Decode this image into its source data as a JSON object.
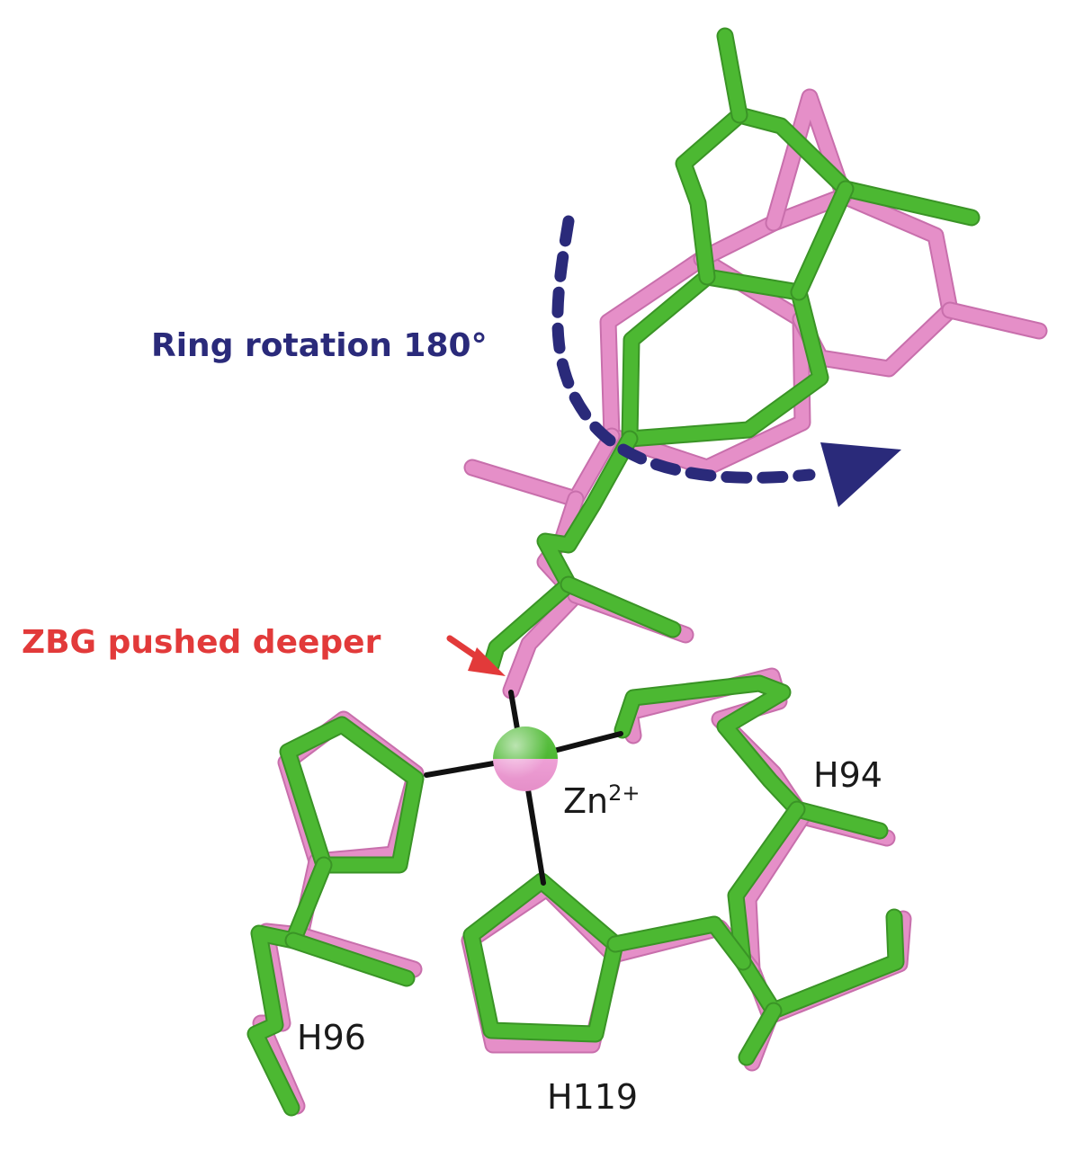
{
  "annotations": {
    "ring_rotation": "Ring rotation 180°",
    "zbg": "ZBG pushed deeper"
  },
  "metal": {
    "symbol": "Zn",
    "charge": "2+"
  },
  "residues": {
    "h94": "H94",
    "h96": "H96",
    "h119": "H119"
  },
  "colors": {
    "structure_a": "#e58fc8",
    "structure_b": "#4cb832",
    "rotation_arrow": "#2a2a7a",
    "zbg_arrow": "#e23a3a",
    "coordination_bond": "#111111"
  }
}
